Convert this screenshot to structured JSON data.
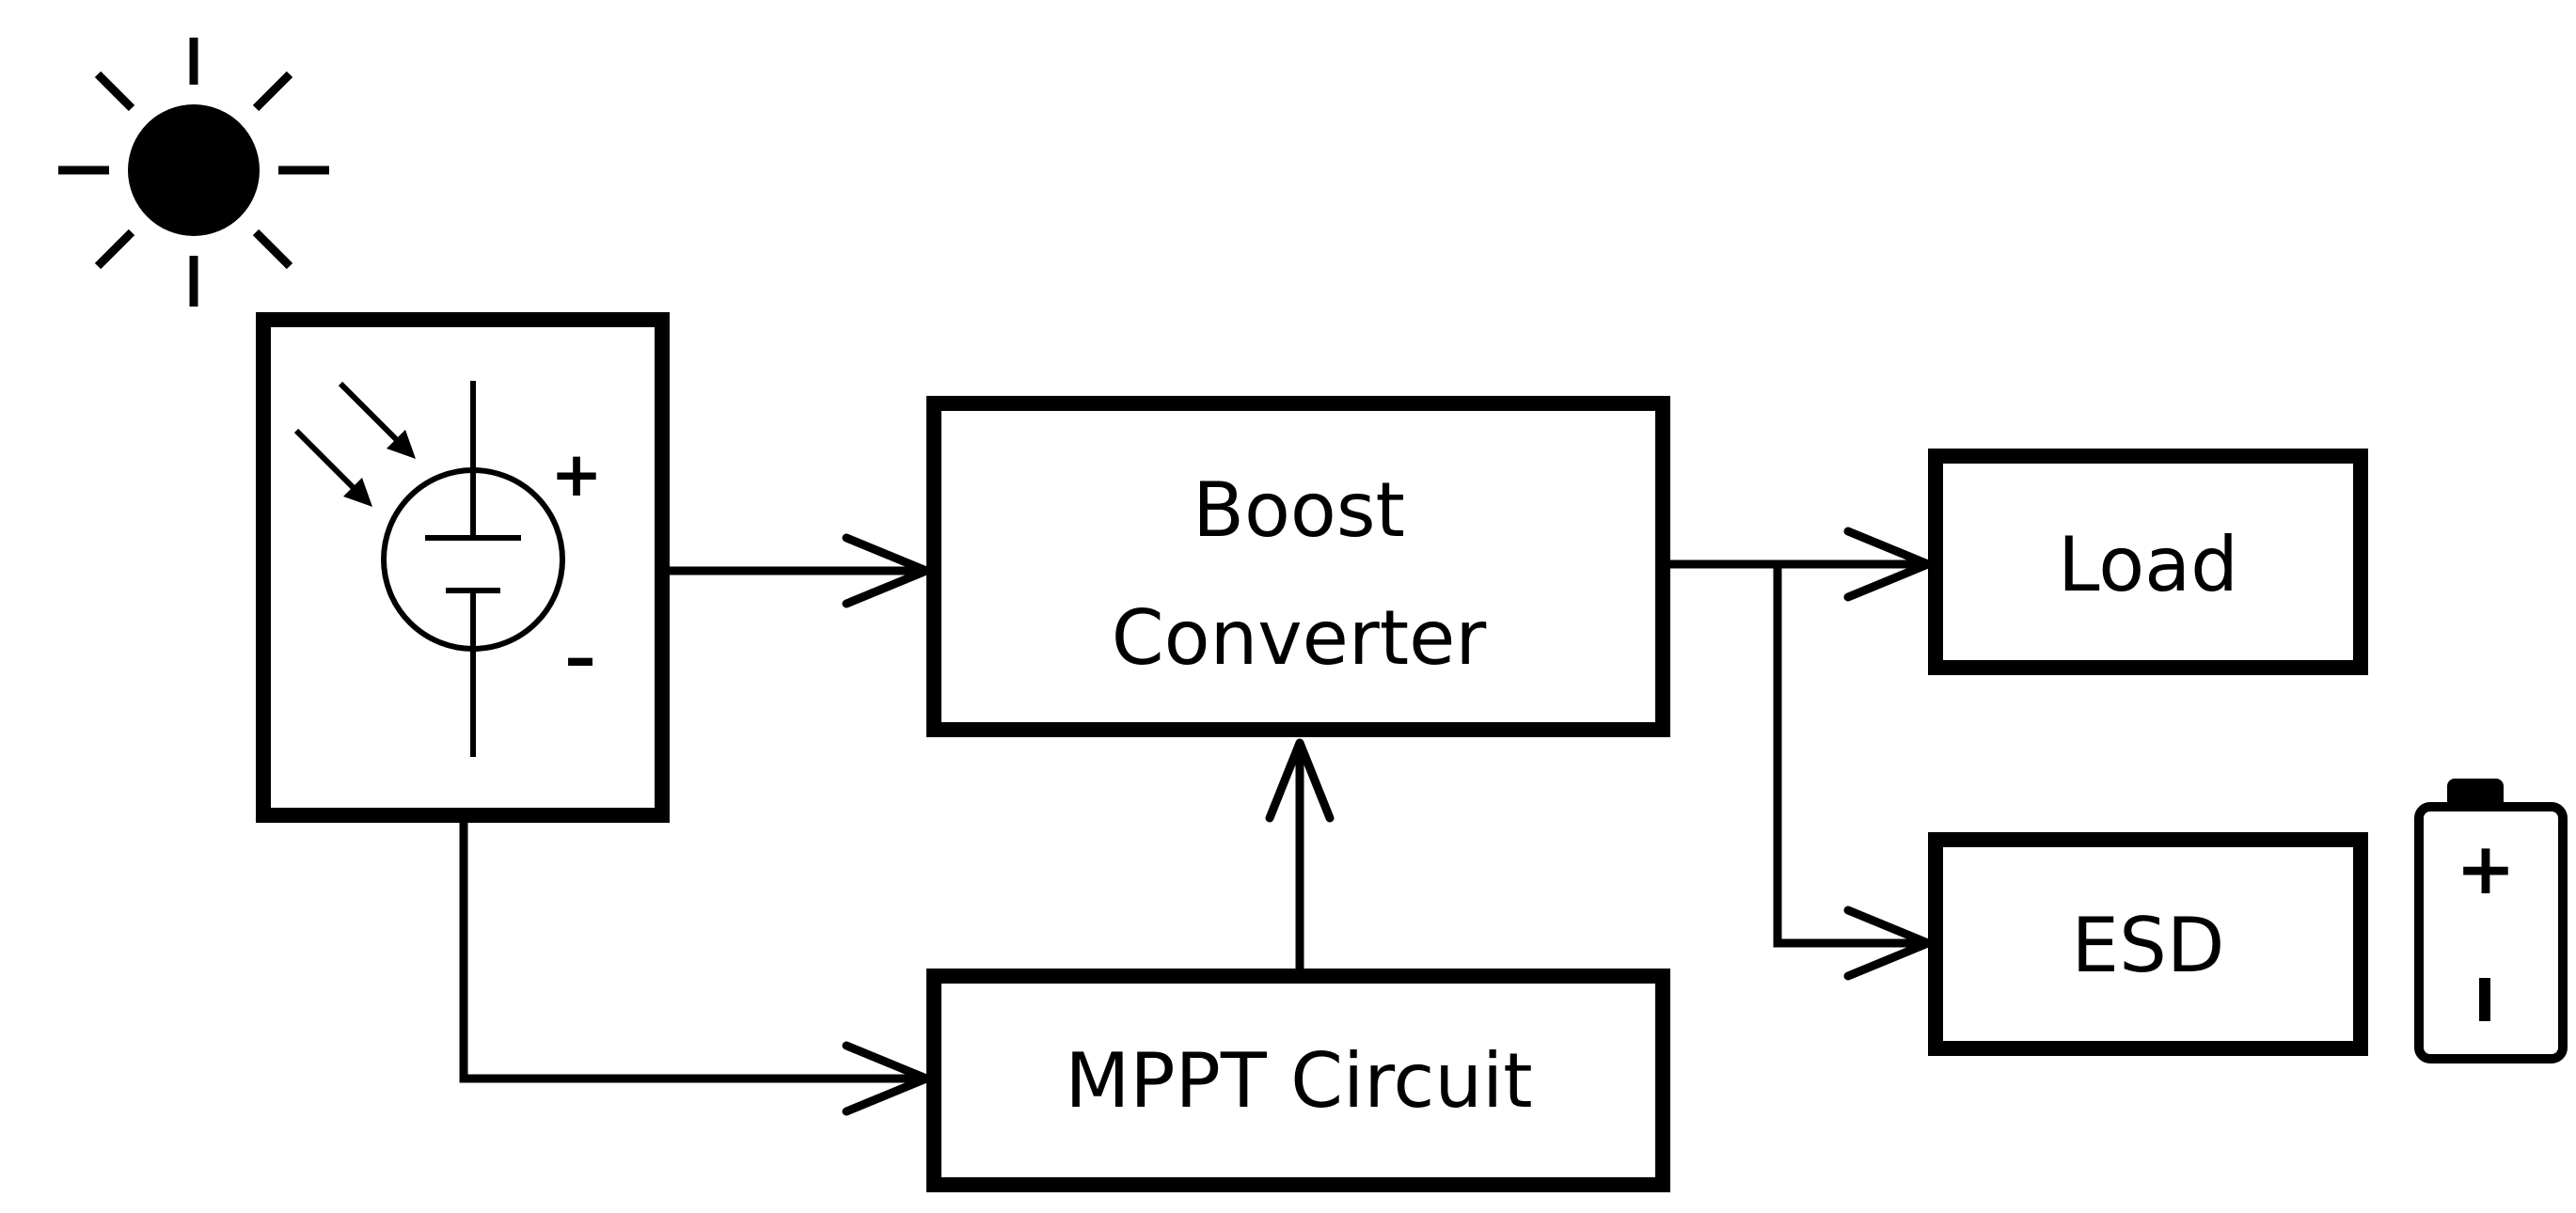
{
  "blocks": {
    "boost_converter": {
      "line1": "Boost",
      "line2": "Converter"
    },
    "mppt_circuit": "MPPT Circuit",
    "load": "Load",
    "esd": "ESD"
  },
  "pv_cell": {
    "plus": "+",
    "minus": "–"
  },
  "battery": {
    "plus": "+",
    "minus": "–"
  },
  "icons": [
    "sun-icon",
    "pv-cell-icon",
    "battery-icon"
  ],
  "colors": {
    "ink": "#000000",
    "background": "#ffffff"
  }
}
